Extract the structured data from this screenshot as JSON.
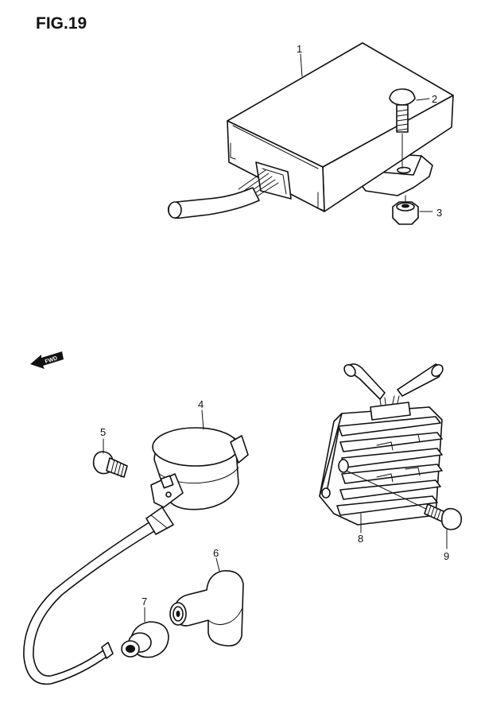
{
  "figure": {
    "title": "FIG.19"
  },
  "fwd_arrow": {
    "label": "FWD"
  },
  "callouts": [
    {
      "id": "1",
      "part": "ignitor-unit"
    },
    {
      "id": "2",
      "part": "mounting-screw"
    },
    {
      "id": "3",
      "part": "nut"
    },
    {
      "id": "4",
      "part": "ignition-coil"
    },
    {
      "id": "5",
      "part": "coil-bolt"
    },
    {
      "id": "6",
      "part": "spark-plug-cap"
    },
    {
      "id": "7",
      "part": "cap-seal"
    },
    {
      "id": "8",
      "part": "regulator-rectifier"
    },
    {
      "id": "9",
      "part": "regulator-screw"
    }
  ],
  "colors": {
    "line": "#111111",
    "background": "#ffffff"
  }
}
